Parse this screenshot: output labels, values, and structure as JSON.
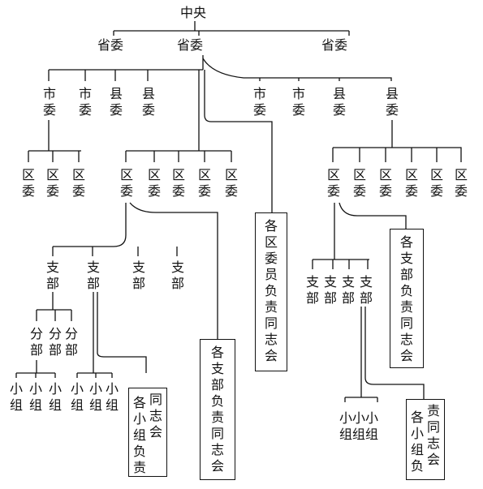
{
  "top": "中央",
  "provinces": [
    "省委",
    "省委",
    "省委"
  ],
  "city_county_left": [
    "市委",
    "市委",
    "县委",
    "县委"
  ],
  "city_county_right": [
    "市委",
    "市委",
    "县委",
    "县委"
  ],
  "district_left_a": [
    "区委",
    "区委",
    "区委"
  ],
  "district_left_b": [
    "区委",
    "区委",
    "区委",
    "区委",
    "区委"
  ],
  "district_right": [
    "区委",
    "区委",
    "区委",
    "区委",
    "区委",
    "区委"
  ],
  "district_staff_box": "各区委员负责同志会",
  "branches_left": [
    "支部",
    "支部",
    "支部",
    "支部"
  ],
  "sub_branches": [
    "分部",
    "分部",
    "分部"
  ],
  "groups_a": [
    "小组",
    "小组",
    "小组"
  ],
  "groups_b": [
    "小组",
    "小组",
    "小组"
  ],
  "branch_box_left_text": "各支部负责同志会",
  "group_box_left": {
    "col1": "各小组负责",
    "col2": "同志会"
  },
  "branches_right": [
    "支部",
    "支部",
    "支部",
    "支部"
  ],
  "branch_box_right_text": "各支部负责同志会",
  "groups_right": [
    "小组",
    "小组",
    "小组"
  ],
  "group_box_right": {
    "col1": "各小组负",
    "col2": "责同志会"
  }
}
